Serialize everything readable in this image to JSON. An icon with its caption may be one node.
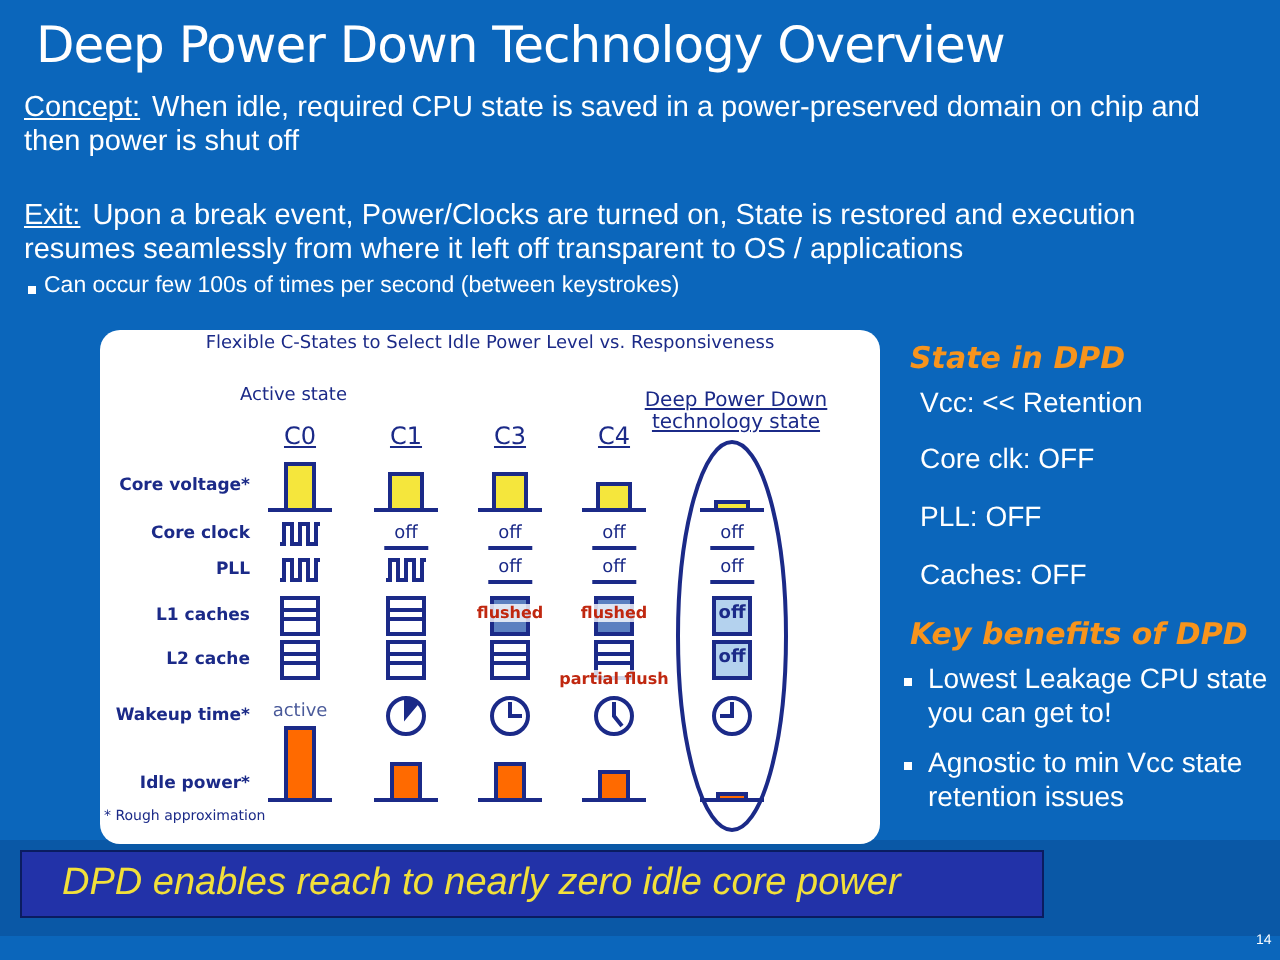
{
  "diagram": {
    "title": "Deep Power Down Technology Overview",
    "caption": "DPD enables reach to nearly zero idle core power",
    "labels": [
      "Concept:",
      "When idle, required CPU state is saved in a power-preserved domain on chip and then power is shut off",
      "Exit:",
      "Upon a break event, Power/Clocks are turned on, State is restored and execution resumes seamlessly from where it left off transparent to OS / applications",
      "Can occur few 100s of times per second (between keystrokes)",
      "Flexible C-States to Select Idle Power Level vs. Responsiveness",
      "Active state",
      "C0",
      "C1",
      "C3",
      "C4",
      "Deep Power Down technology state",
      "Core voltage*",
      "Core clock",
      "off",
      "off",
      "off",
      "off",
      "PLL",
      "off",
      "off",
      "off",
      "L1 caches",
      "flushed",
      "flushed",
      "off",
      "L2 cache",
      "partial flush",
      "off",
      "Wakeup time*",
      "active",
      "Idle power*",
      "* Rough approximation",
      "State in DPD",
      "Vcc: << Retention",
      "Core clk: OFF",
      "PLL: OFF",
      "Caches: OFF",
      "Key benefits of DPD",
      "Lowest Leakage CPU state you can get to!",
      "Agnostic to min Vcc state retention issues",
      "14"
    ]
  }
}
